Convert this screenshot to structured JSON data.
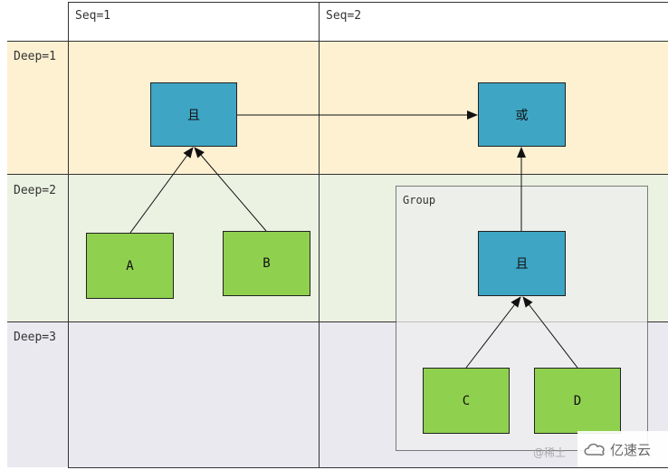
{
  "columns": {
    "seq1": "Seq=1",
    "seq2": "Seq=2"
  },
  "rows": {
    "deep1": "Deep=1",
    "deep2": "Deep=2",
    "deep3": "Deep=3"
  },
  "group": {
    "label": "Group"
  },
  "nodes": {
    "and_top": "且",
    "or_top": "或",
    "a": "A",
    "b": "B",
    "and_group": "且",
    "c": "C",
    "d": "D"
  },
  "watermark": {
    "left": "@稀土",
    "right": "亿速云"
  },
  "colors": {
    "deep1_band": "#fdf1d2",
    "deep2_band": "#ecf2e2",
    "deep3_band": "#ebe9f0",
    "blue_node": "#3ea5c4",
    "green_node": "#8fd14f"
  }
}
